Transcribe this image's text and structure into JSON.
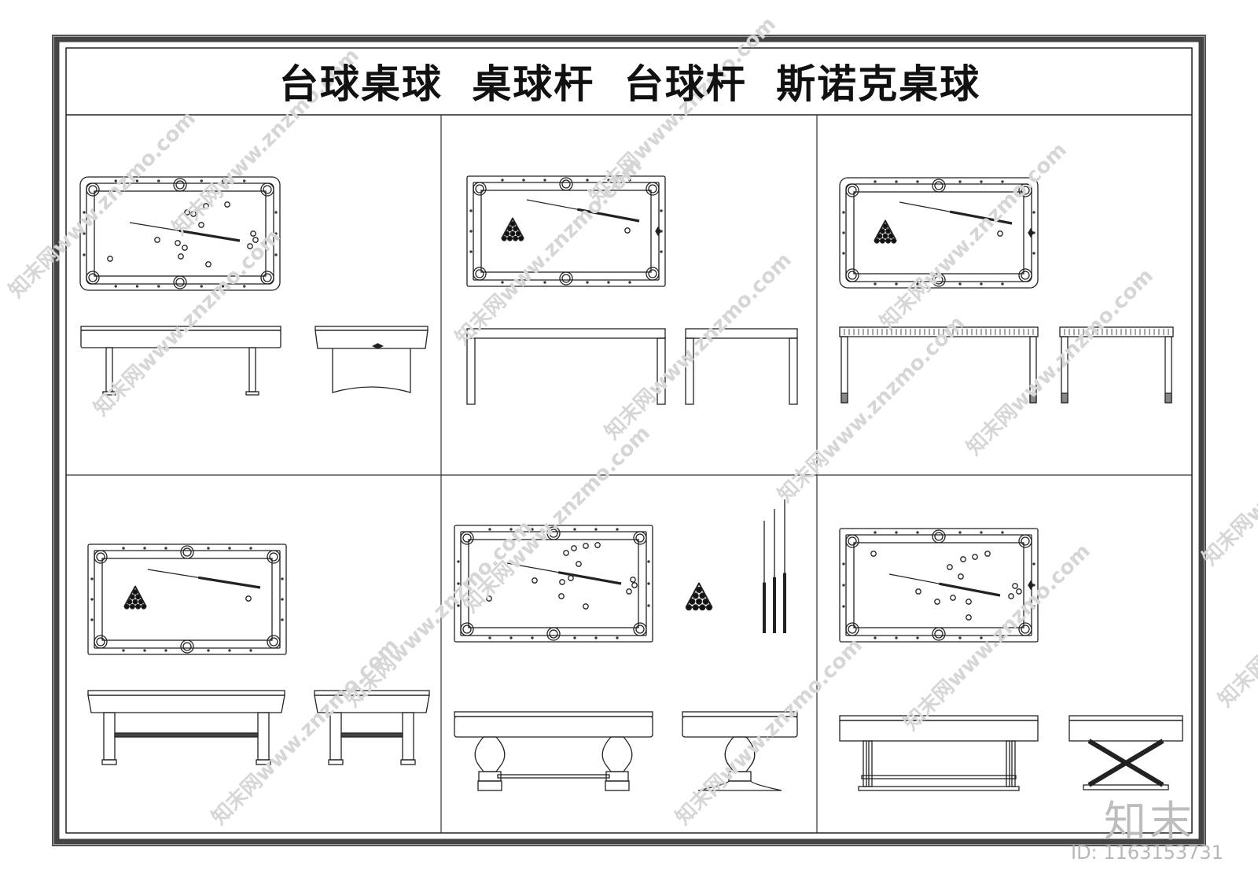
{
  "title": "台球桌球  桌球杆  台球杆  斯诺克桌球",
  "watermark": {
    "site": "www.znzmo.com",
    "brand": "知末网",
    "logo": "知末",
    "id_text": "ID: 1163153731"
  },
  "colors": {
    "line": "#222222",
    "frame": "#444444",
    "watermark": "#d6d6d6"
  }
}
